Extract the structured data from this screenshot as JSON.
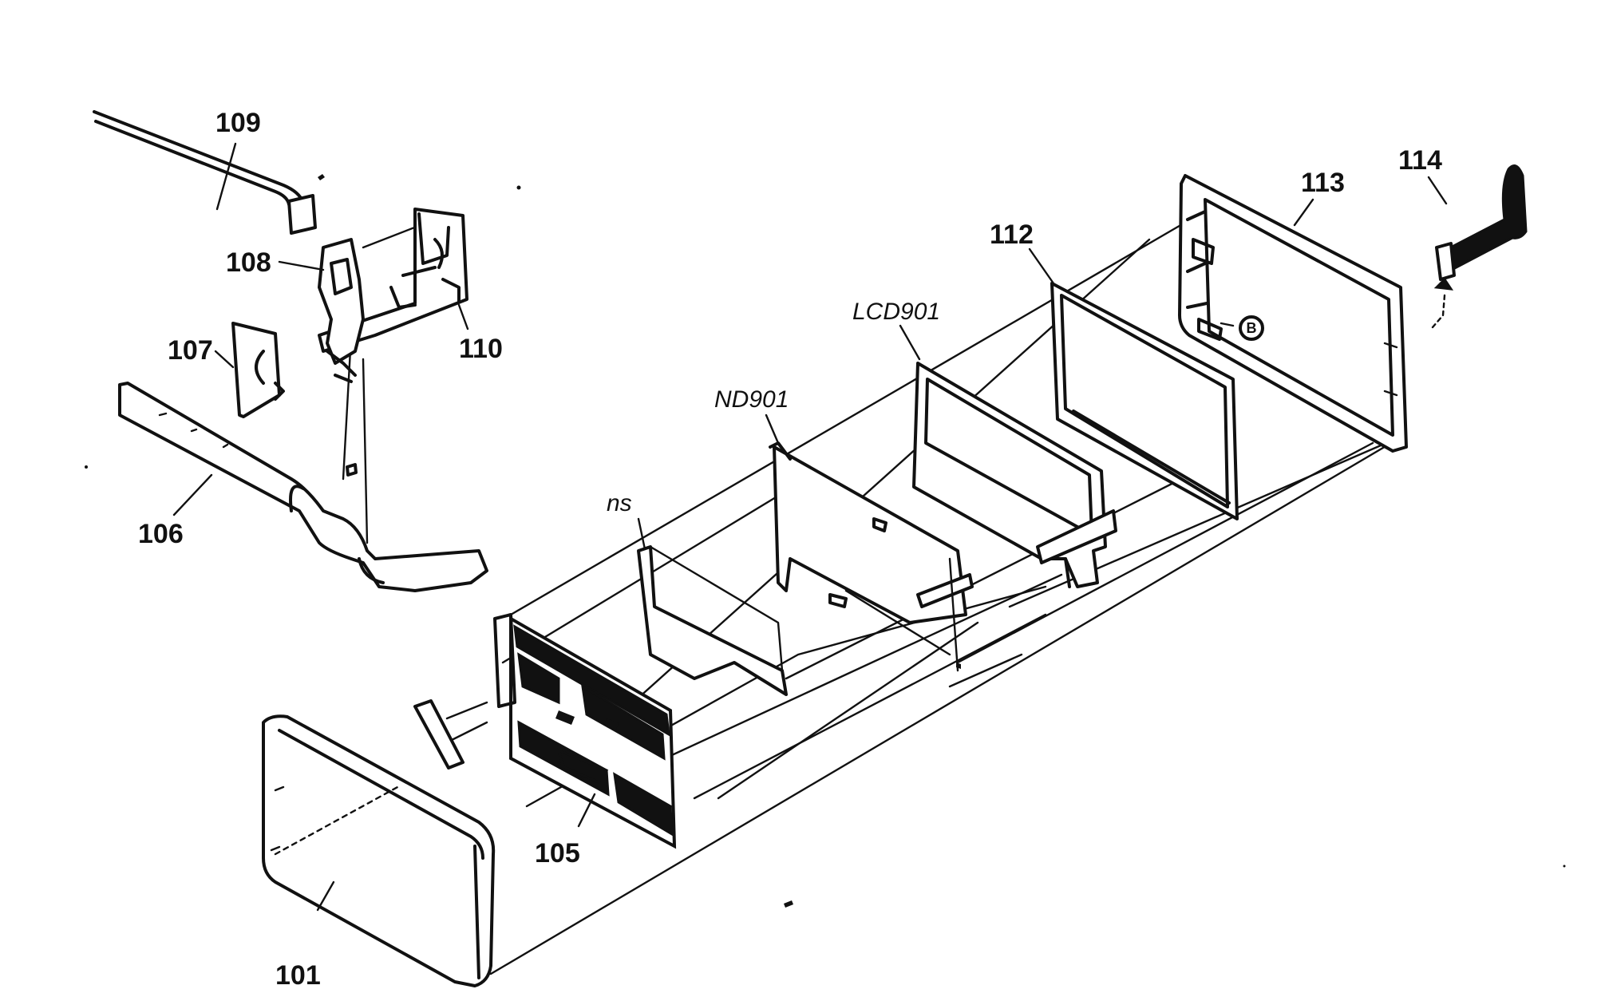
{
  "diagram": {
    "part_labels": {
      "p101": "101",
      "p105": "105",
      "p106": "106",
      "p107": "107",
      "p108": "108",
      "p109": "109",
      "p110": "110",
      "p112": "112",
      "p113": "113",
      "p114": "114"
    },
    "ref_labels": {
      "lcd": "LCD901",
      "nd": "ND901",
      "ns": "ns"
    },
    "callout_marker": "B"
  }
}
